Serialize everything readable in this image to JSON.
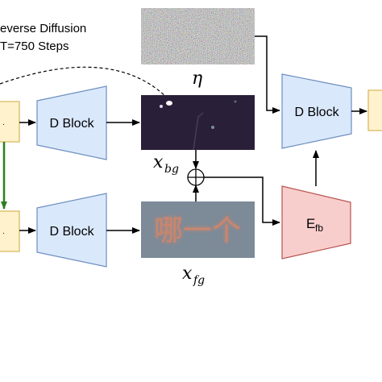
{
  "annotation": {
    "line1": "everse Diffusion",
    "line2": "T=750 Steps"
  },
  "blocks": {
    "d_block_top": "D Block",
    "d_block_bottom": "D Block",
    "d_block_right": "D Block",
    "encoder_main": "E",
    "encoder_sub": "fb"
  },
  "symbols": {
    "noise": "η",
    "bg_main": "x",
    "bg_sub": "bg",
    "fg_main": "x",
    "fg_sub": "fg"
  },
  "glyph_image": {
    "text": "哪一个"
  },
  "colors": {
    "block_fill": "#dae8fc",
    "block_stroke": "#6c8ebf",
    "encoder_fill": "#f8cecc",
    "encoder_stroke": "#b85450",
    "io_fill": "#fff2cc",
    "io_stroke": "#d6b656",
    "green_arrow": "#2d7f1f",
    "fg_image_bg": "#7d8a97",
    "fg_text": "#c9866f",
    "bg_image_bg": "#2a1f38"
  }
}
